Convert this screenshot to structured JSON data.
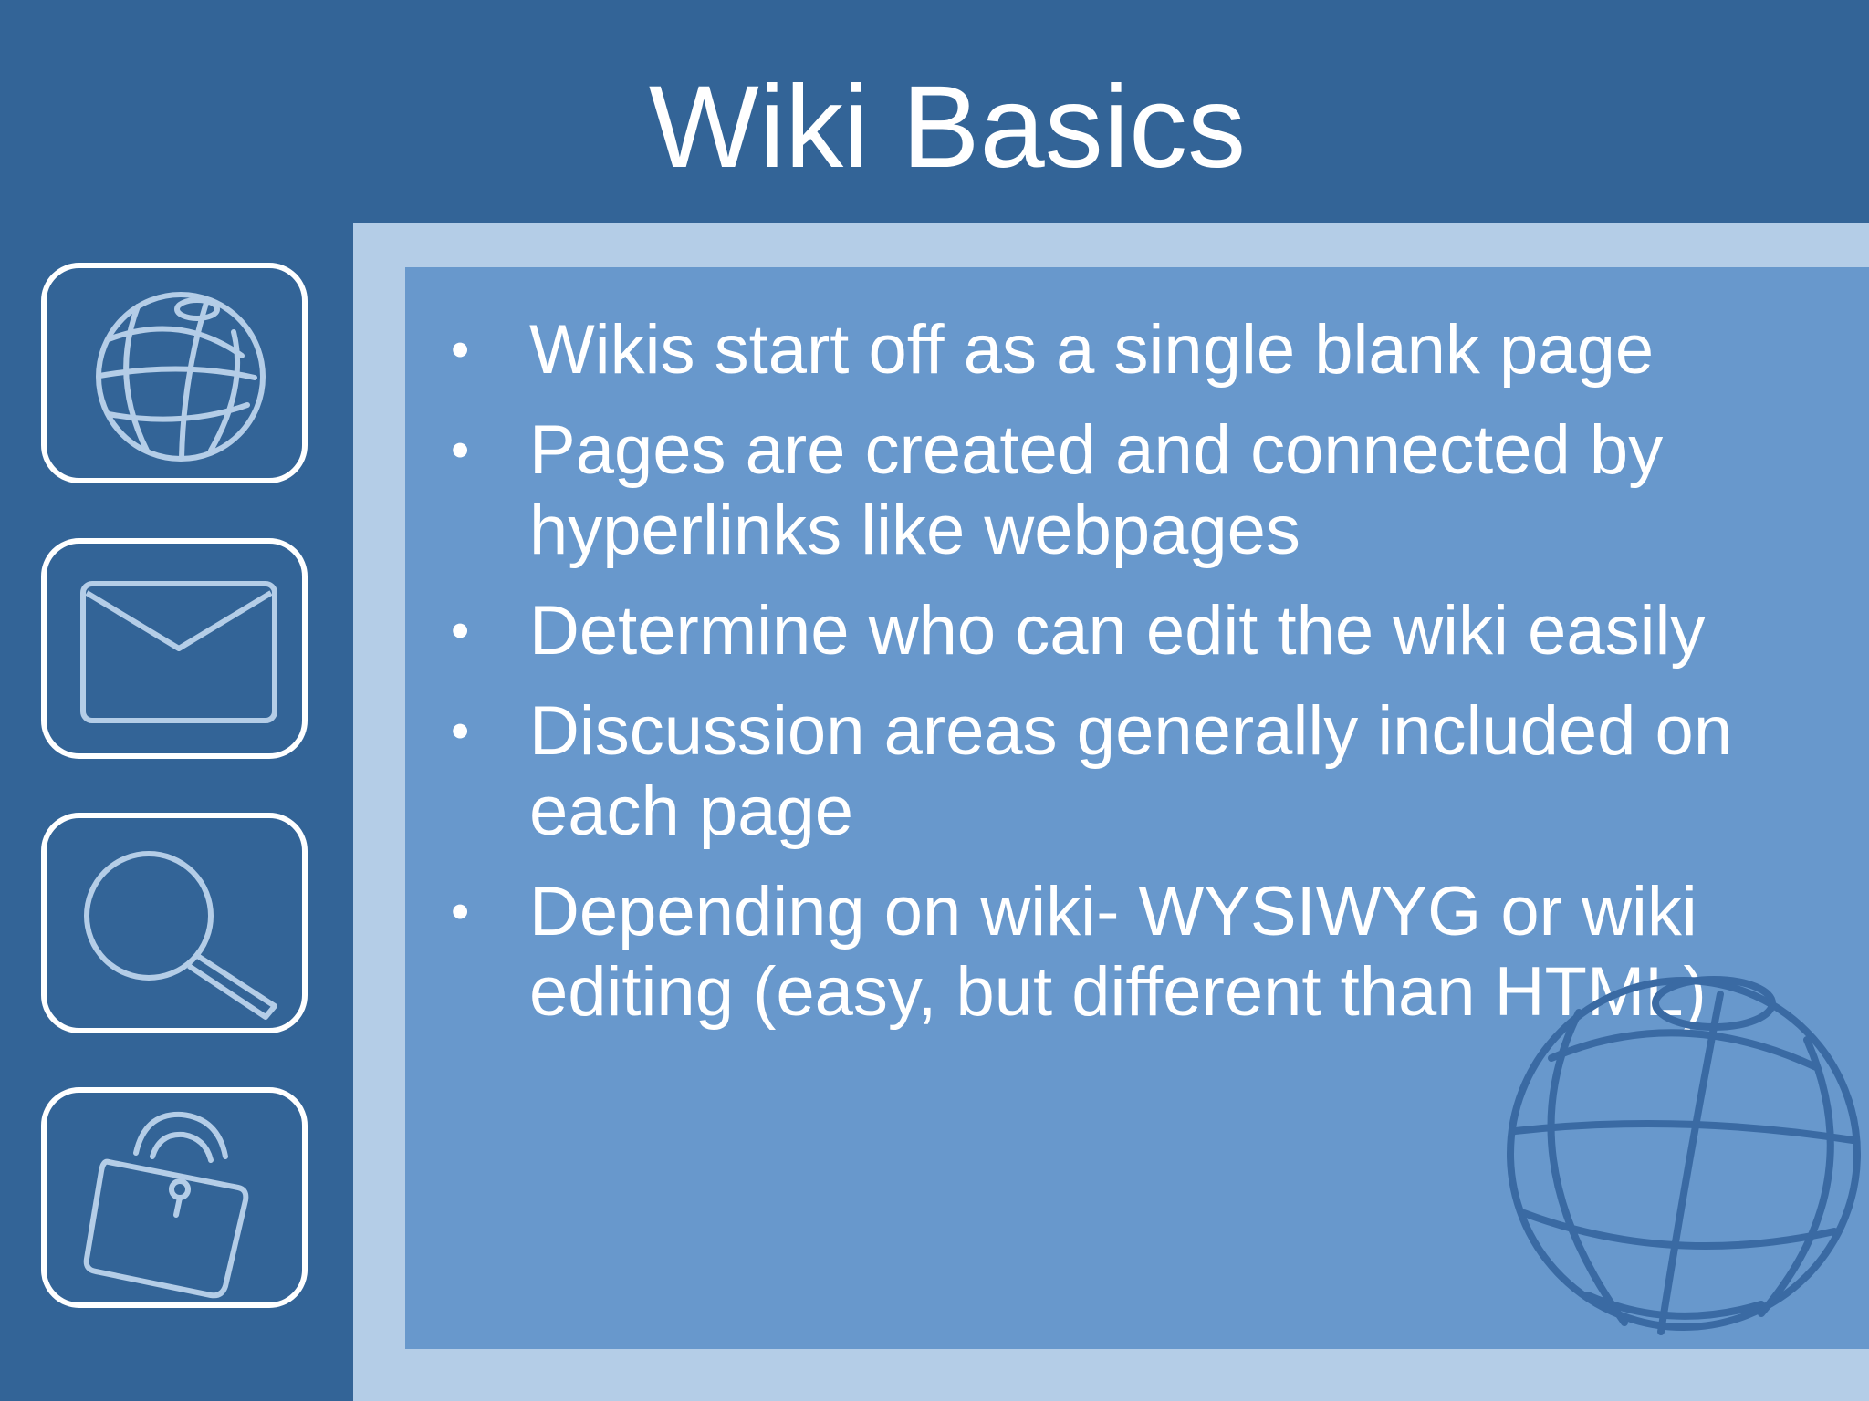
{
  "slide": {
    "title": "Wiki Basics",
    "bullets": [
      "Wikis start off as a single blank page",
      "Pages are created and connected by hyperlinks like webpages",
      "Determine who can edit the wiki easily",
      "Discussion areas generally included on each page",
      "Depending on wiki- WYSIWYG or wiki editing (easy, but different than HTML)"
    ]
  },
  "sidebar": {
    "icons": [
      "globe-icon",
      "envelope-icon",
      "magnifier-icon",
      "lock-icon"
    ]
  },
  "decoration": {
    "corner_icon": "globe-icon"
  },
  "colors": {
    "background": "#336497",
    "frame": "#b4cde7",
    "panel": "#6898cc",
    "text": "#ffffff",
    "icon_stroke": "#b4cde7",
    "corner_globe_stroke": "#3a6aa3"
  }
}
